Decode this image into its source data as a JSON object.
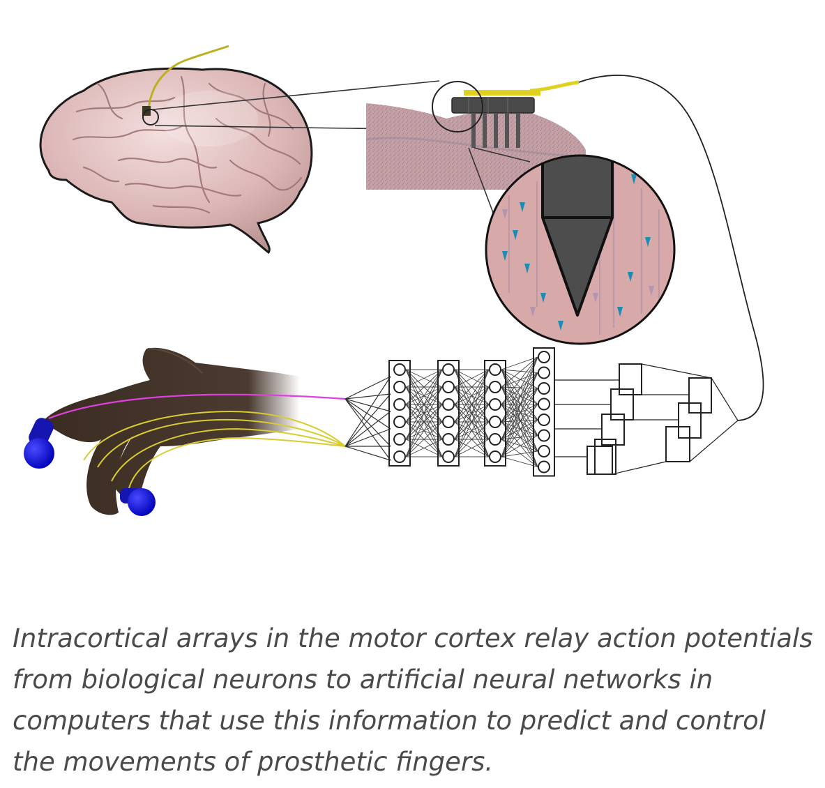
{
  "figure": {
    "components": [
      "brain",
      "cortex-tissue-block",
      "electrode-array",
      "tissue-magnifier",
      "prosthetic-hand",
      "neural-network",
      "output-blocks"
    ],
    "colors": {
      "brain": "#e2c0c0",
      "tissue": "#c9a3a3",
      "electrode": "#4e4e4e",
      "neuron": "#1f8fb0",
      "lead_wire": "#d9cc28",
      "hand": "#3e2e24",
      "fingertip": "#0a0ad8",
      "highlight_line": "#e040e0"
    }
  },
  "caption": {
    "text": "Intracortical arrays in the motor cortex relay action potentials from biological neurons to artificial neural networks in computers that use this information to predict and control the movements of prosthetic fingers."
  }
}
